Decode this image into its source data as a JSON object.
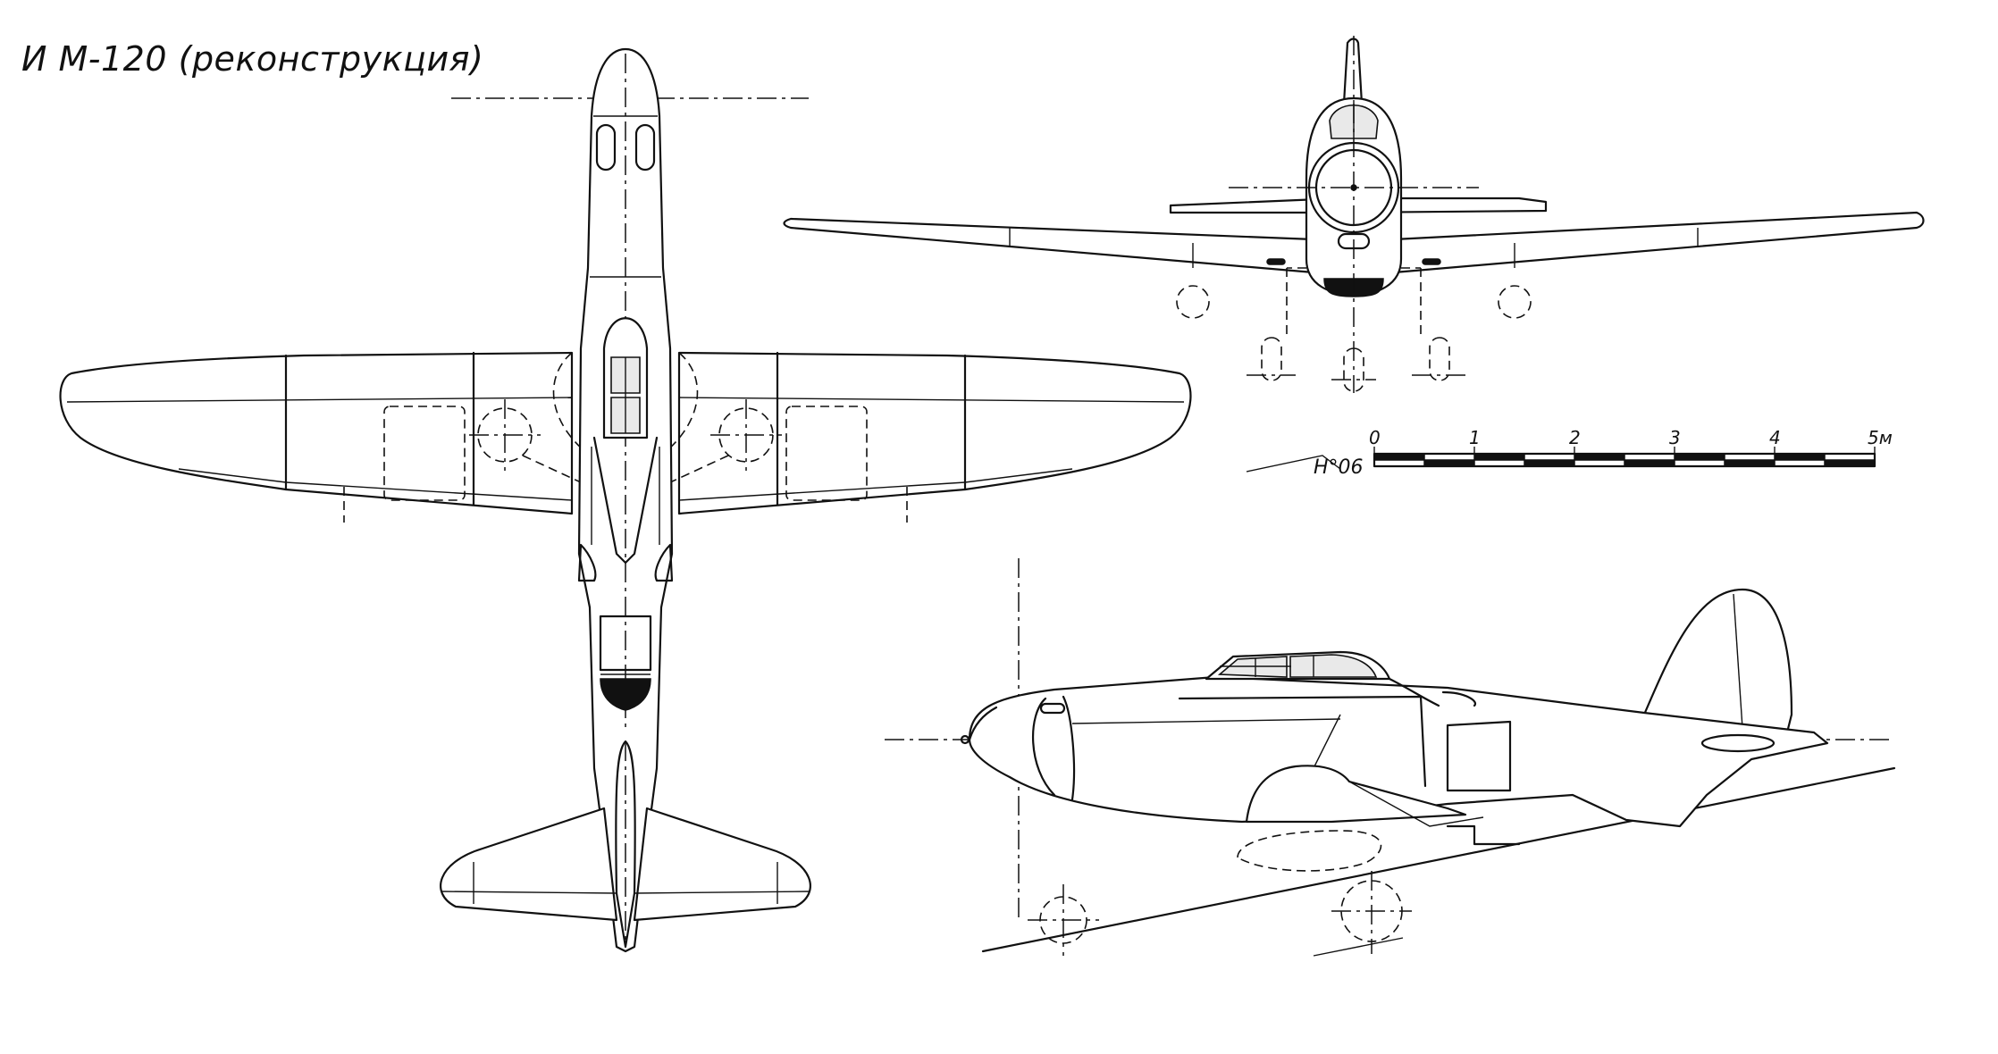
{
  "title": "И М-120 (реконструкция)",
  "scale": {
    "ticks": [
      "0",
      "1",
      "2",
      "3",
      "4",
      "5м"
    ],
    "signature": "Н°06"
  }
}
